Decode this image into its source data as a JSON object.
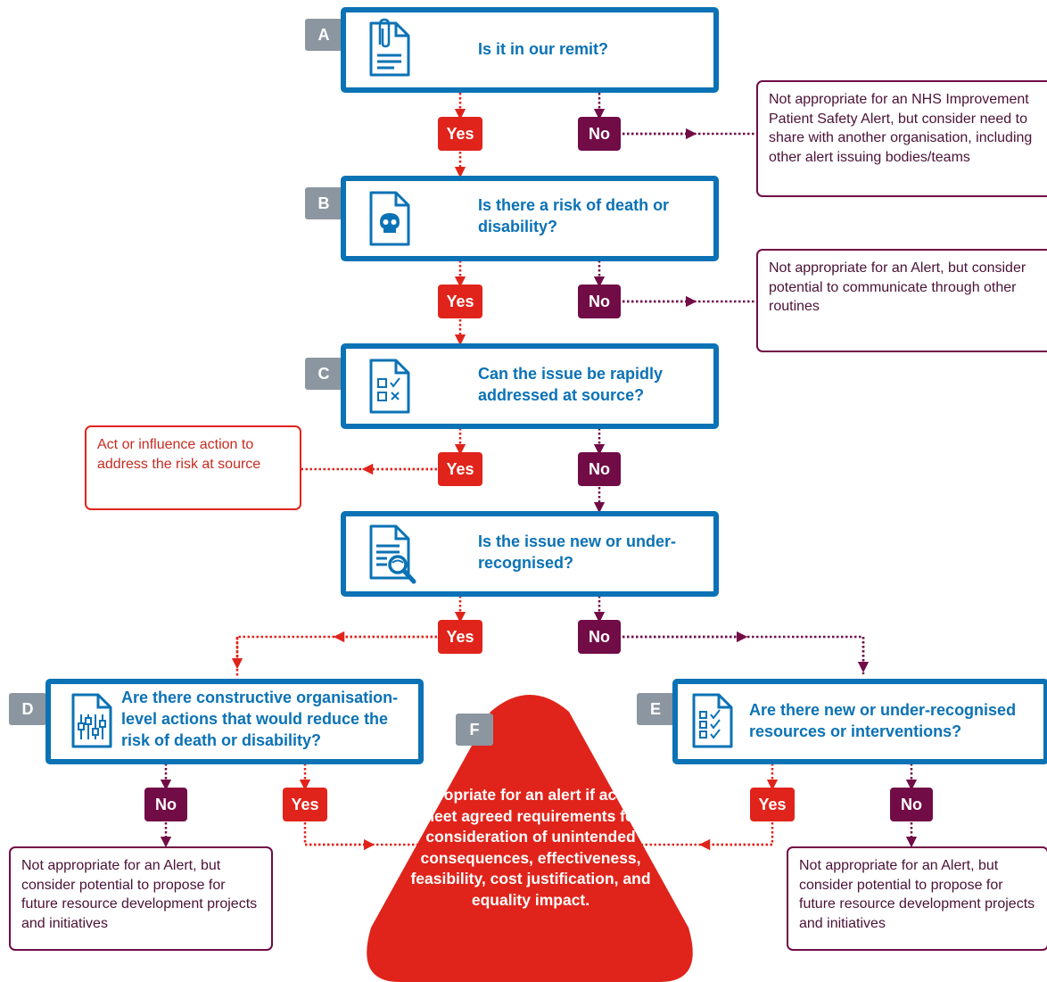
{
  "steps": {
    "a": {
      "tag": "A",
      "question": "Is it in our remit?",
      "icon": "paperclip-document-icon"
    },
    "b": {
      "tag": "B",
      "question": "Is there a risk of death or disability?",
      "icon": "skull-document-icon"
    },
    "c": {
      "tag": "C",
      "question": "Can the issue be rapidly addressed at source?",
      "icon": "checklist-document-icon"
    },
    "c2": {
      "question": "Is the issue new or under-recognised?",
      "icon": "magnifier-document-icon"
    },
    "d": {
      "tag": "D",
      "question": "Are there constructive organisation-level actions that would reduce the risk of death or disability?",
      "icon": "sliders-document-icon"
    },
    "e": {
      "tag": "E",
      "question": "Are there new or under-recognised resources or interventions?",
      "icon": "checklist-document-icon"
    },
    "f": {
      "tag": "F",
      "text": "Appropriate for an alert if actions meet agreed requirements for consideration of unintended consequences, effectiveness, feasibility, cost justification, and equality impact."
    }
  },
  "labels": {
    "yes": "Yes",
    "no": "No"
  },
  "outcomes": {
    "a_no": "Not appropriate for an NHS Improvement Patient Safety Alert, but consider need to share with another organisation, including other alert issuing bodies/teams",
    "b_no": "Not appropriate for an Alert, but consider potential to communicate through other routines",
    "c_yes": "Act or influence action to address the risk at source",
    "d_no": "Not appropriate for an Alert, but consider potential to propose for future resource development projects and initiatives",
    "e_no": "Not appropriate for an Alert, but consider potential to propose for future resource development projects and initiatives"
  },
  "colors": {
    "question_border": "#0b72b5",
    "yes": "#e0241b",
    "no": "#710c46",
    "tag": "#8c96a0",
    "outcome_f": "#e0241b"
  }
}
